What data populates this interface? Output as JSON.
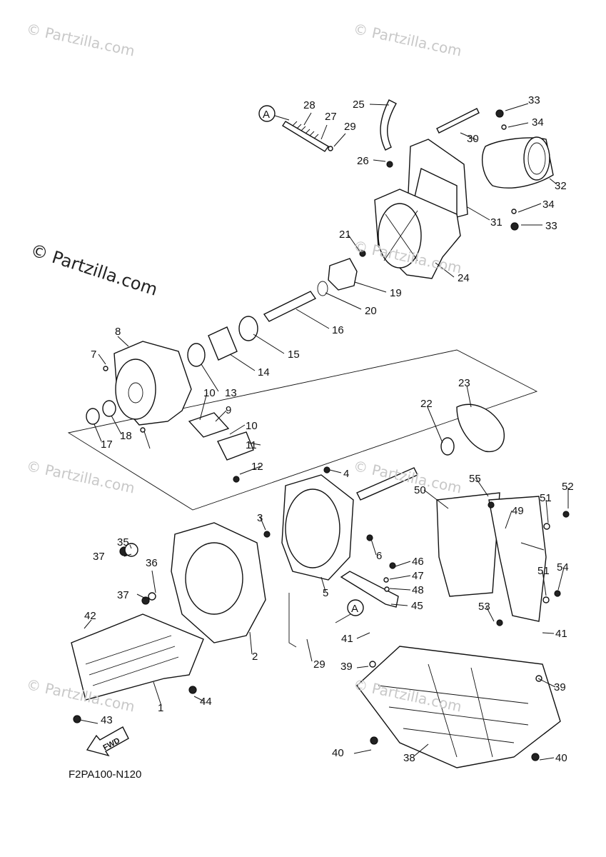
{
  "diagram_code": "F2PA100-N120",
  "fwd_label": "FWD",
  "ref_letter": "A",
  "watermarks": {
    "small": "© Partzilla.com",
    "large": "© Partzilla.com"
  },
  "callouts": [
    "1",
    "2",
    "3",
    "4",
    "5",
    "6",
    "7",
    "8",
    "9",
    "10",
    "11",
    "12",
    "13",
    "14",
    "15",
    "16",
    "17",
    "18",
    "19",
    "20",
    "21",
    "22",
    "23",
    "24",
    "25",
    "26",
    "27",
    "28",
    "29",
    "30",
    "31",
    "32",
    "33",
    "34",
    "35",
    "36",
    "37",
    "38",
    "39",
    "40",
    "41",
    "42",
    "43",
    "44",
    "45",
    "46",
    "47",
    "48",
    "49",
    "50",
    "51",
    "52",
    "53",
    "54",
    "55"
  ]
}
